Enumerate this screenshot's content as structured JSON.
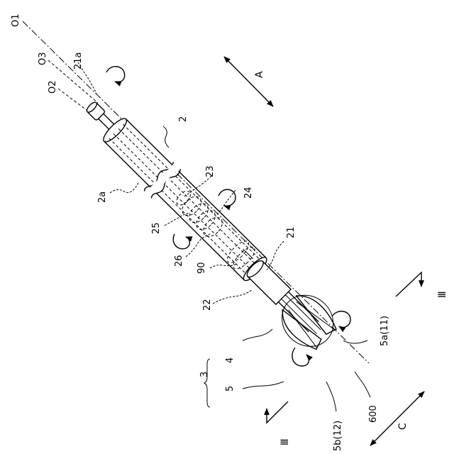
{
  "axes": {
    "o1": "O1",
    "o2": "O2",
    "o3": "O3"
  },
  "arrows": {
    "a": "A",
    "c": "C"
  },
  "section_marks": {
    "upper": "Ⅲ",
    "lower": "Ⅲ"
  },
  "refs": {
    "r21a": "21a",
    "r2": "2",
    "r2a": "2a",
    "r23": "23",
    "r24": "24",
    "r25": "25",
    "r26": "26",
    "r90": "90",
    "r21": "21",
    "r22": "22",
    "r5a": "5a(11)",
    "r3": "3",
    "r4": "4",
    "r5": "5",
    "r5b": "5b(12)",
    "r600": "600"
  }
}
